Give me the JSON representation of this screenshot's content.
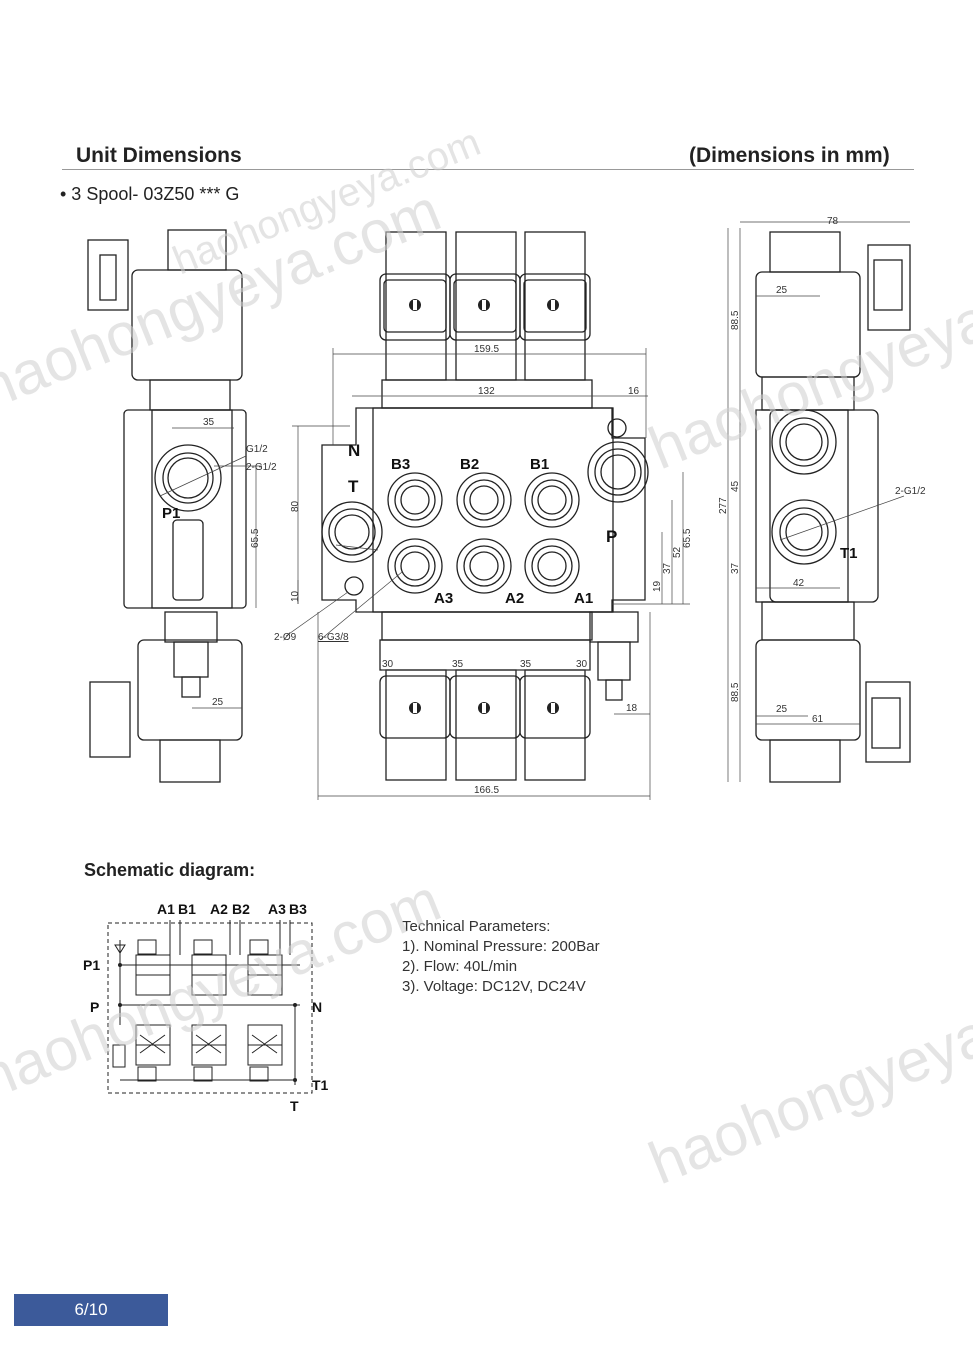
{
  "header": {
    "title": "Unit Dimensions",
    "units_note": "(Dimensions in mm)"
  },
  "model": "• 3 Spool- 03Z50 *** G",
  "drawing": {
    "left": {
      "dims": [
        "35",
        "G1/2",
        "2-G1/2",
        "65.5",
        "25"
      ],
      "ports": [
        "P1"
      ]
    },
    "front": {
      "dims": [
        "159.5",
        "132",
        "16",
        "80",
        "10",
        "2-Ø9",
        "6-G3/8",
        "30",
        "35",
        "35",
        "30",
        "166.5",
        "18",
        "19",
        "37",
        "52",
        "65.5"
      ],
      "ports_top": [
        "B3",
        "B2",
        "B1"
      ],
      "ports_bottom": [
        "A3",
        "A2",
        "A1"
      ],
      "ports_side": [
        "N",
        "T",
        "P"
      ]
    },
    "right": {
      "dims": [
        "78",
        "25",
        "88.5",
        "277",
        "45",
        "37",
        "42",
        "2-G1/2",
        "88.5",
        "25",
        "61"
      ],
      "ports": [
        "T1"
      ]
    }
  },
  "schematic": {
    "title": "Schematic diagram:",
    "top_labels": [
      "A1",
      "B1",
      "A2",
      "B2",
      "A3",
      "B3"
    ],
    "left_labels": [
      "P1",
      "P"
    ],
    "right_labels": [
      "N",
      "T1"
    ],
    "bottom_label": "T"
  },
  "params": {
    "heading": "Technical Parameters:",
    "items": [
      "1). Nominal Pressure: 200Bar",
      "2). Flow: 40L/min",
      "3). Voltage: DC12V, DC24V"
    ]
  },
  "watermark": [
    "haohongyeya.com",
    "haohongyeya.com",
    "haohongyeya.com",
    "haohongyeya.com",
    "haohongyeya.com"
  ],
  "page": "6/10"
}
